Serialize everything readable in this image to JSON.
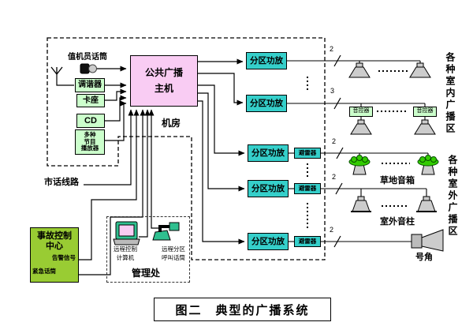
{
  "caption": {
    "text": "图二　典型的广播系统"
  },
  "machine_room": {
    "label": "机房"
  },
  "host": {
    "label": "公共广播\n主机"
  },
  "sources": {
    "operator_mic_label": "值机员话筒",
    "items": [
      {
        "label": "调谐器"
      },
      {
        "label": "卡座"
      },
      {
        "label": "CD"
      },
      {
        "label": "多种\n节目\n播放器"
      }
    ]
  },
  "city_line_label": "市话线路",
  "accident_center": {
    "title": "事故控制\n中心",
    "alarm": "告警信号",
    "emergency": "紧急话筒"
  },
  "management": {
    "label": "管理处",
    "computer": "远程控制\n计算机",
    "remote_mic": "远程分区\n呼叫话筒"
  },
  "amplifiers": [
    {
      "label": "分区功放"
    },
    {
      "label": "分区功放"
    },
    {
      "label": "分区功放"
    },
    {
      "label": "分区功放"
    },
    {
      "label": "分区功放"
    }
  ],
  "arresters": [
    {
      "label": "避雷器"
    },
    {
      "label": "避雷器"
    },
    {
      "label": "避雷器"
    }
  ],
  "volume_controllers": [
    {
      "label": "音控器"
    },
    {
      "label": "音控器"
    }
  ],
  "line_counts": [
    "2",
    "3",
    "2",
    "2",
    "2"
  ],
  "zones": {
    "indoor": "各种室内广播区",
    "outdoor": "各种室外广播区",
    "lawn_label": "草地音箱",
    "column_label": "室外音柱",
    "horn_label": "号角"
  },
  "colors": {
    "host_pink": "#F9CCF3",
    "source_green": "#CCFFCC",
    "amplifier_cyan": "#35CFCA",
    "accident_green": "#99CC33",
    "lawn_green": "#33CC00",
    "line": "#000000"
  }
}
